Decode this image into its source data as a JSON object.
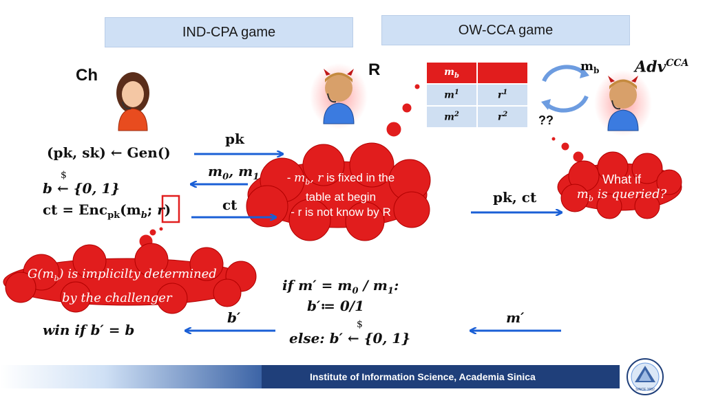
{
  "headers": {
    "ind_cpa": "IND-CPA game",
    "ow_cca": "OW-CCA game"
  },
  "actors": {
    "challenger": "Ch",
    "reduction": "R",
    "adversary": "Adv",
    "adversary_sup": "CCA"
  },
  "left_formulas": {
    "gen": "(pk, sk) ← Gen()",
    "b_sample_sym": "$",
    "b_sample": "b ← {0, 1}",
    "ct_prefix": "ct = Enc",
    "ct_sub": "pk",
    "ct_args_pre": "(m",
    "ct_args_b": "b",
    "ct_args_mid": "; ",
    "ct_r": "r",
    "ct_args_end": ")",
    "win": "win if b′ = b"
  },
  "messages": {
    "pk": "pk",
    "m0m1": "m",
    "m0_sub": "0",
    "m1_comma": ", m",
    "m1_sub": "1",
    "ct": "ct",
    "pk_ct": "pk, ct",
    "b_prime": "b′",
    "m_prime": "m′",
    "mb_top": "m",
    "mb_top_sub": "b",
    "qq": "??"
  },
  "table": {
    "header": [
      "m",
      ""
    ],
    "header_sub": "b",
    "rows": [
      {
        "m": "m",
        "m_sup": "1",
        "r": "r",
        "r_sup": "1"
      },
      {
        "m": "m",
        "m_sup": "2",
        "r": "r",
        "r_sup": "2"
      }
    ]
  },
  "clouds": {
    "center_line1_prefix": "- ",
    "center_line1_math": "m",
    "center_line1_sub": "b",
    "center_line1_math2": ", r",
    "center_line1_rest": " is fixed in the",
    "center_line2": "table at begin",
    "center_line3": "- r is not know by R",
    "right_line1": "What if",
    "right_line2_math": "m",
    "right_line2_sub": "b",
    "right_line2_rest": " is queried?",
    "left_line1_pre": "G(m",
    "left_line1_sub": "b",
    "left_line1_rest": ") is implicilty determined",
    "left_line2": "by the challenger"
  },
  "reduction_logic": {
    "line1_pre": "if m′ = m",
    "line1_sub0": "0",
    "line1_mid": " / m",
    "line1_sub1": "1",
    "line1_end": ":",
    "line2": "b′≔ 0/1",
    "line3_sym": "$",
    "line3": "else: b′ ← {0, 1}"
  },
  "footer": {
    "institute": "Institute of Information Science, Academia Sinica",
    "logo_text": "SINCE 1982"
  },
  "colors": {
    "arrow": "#1a5fd6",
    "cloud": "#e11d1d",
    "header_fill": "#cfe0f5",
    "footer": "#1f3f7a"
  }
}
